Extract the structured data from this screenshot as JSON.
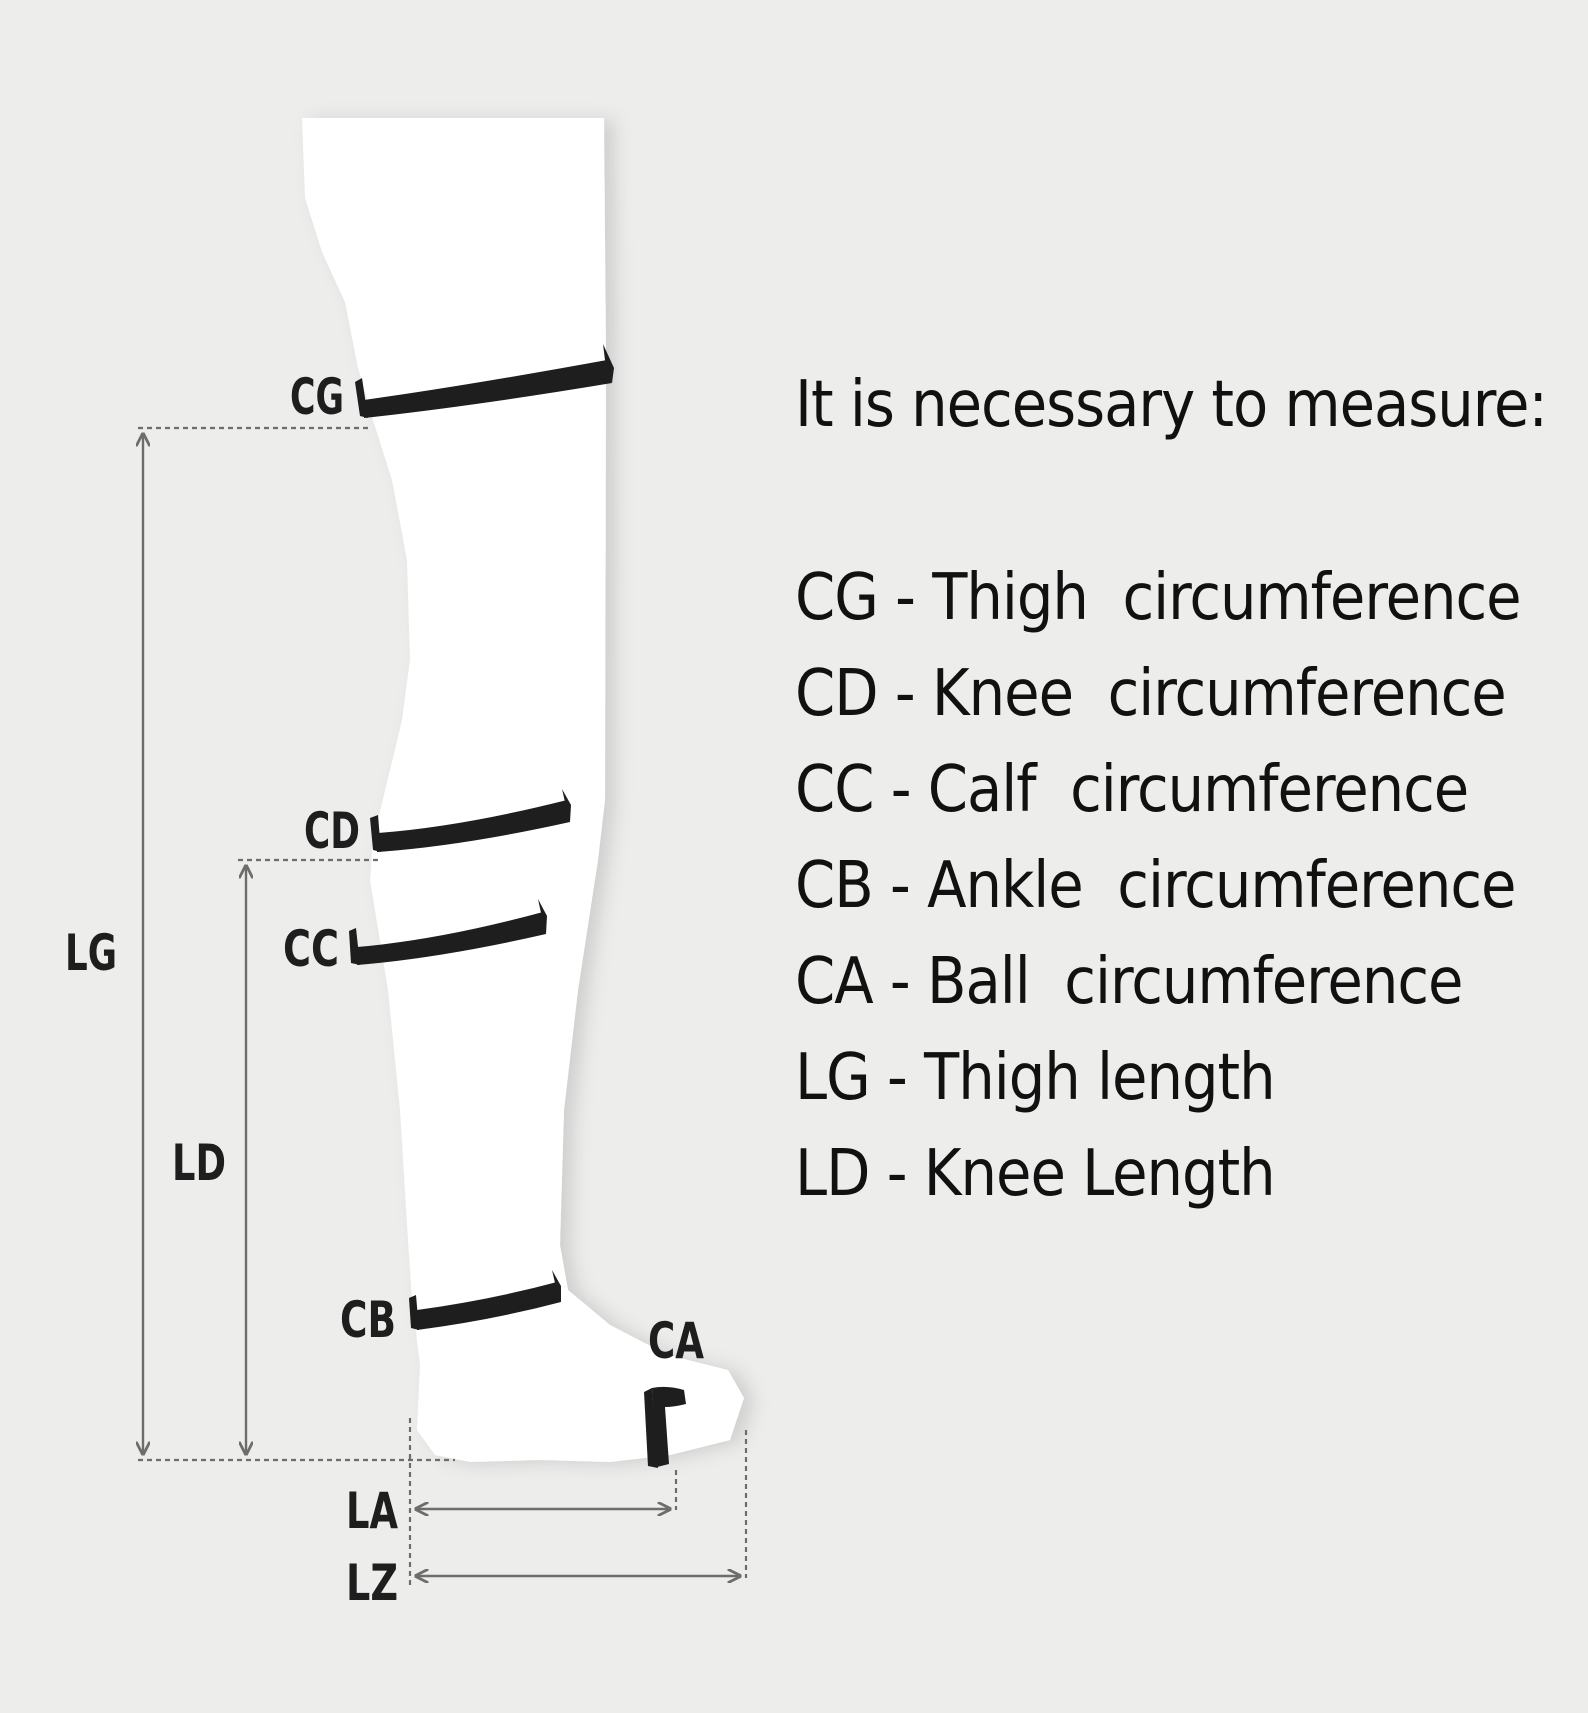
{
  "diagram": {
    "labels": {
      "cg": "CG",
      "cd": "CD",
      "cc": "CC",
      "cb": "CB",
      "ca": "CA",
      "lg": "LG",
      "ld": "LD",
      "la": "LA",
      "lz": "LZ"
    }
  },
  "legend": {
    "heading": "It is necessary to measure:",
    "items": [
      "CG - Thigh  circumference",
      "CD - Knee  circumference",
      "CC - Calf  circumference",
      "CB - Ankle  circumference",
      "CA - Ball  circumference",
      "LG - Thigh length",
      "LD - Knee Length"
    ]
  },
  "colors": {
    "background": "#ededec",
    "leg": "#ffffff",
    "band": "#1e1e1e",
    "dimension_line": "#6d6d6d",
    "text": "#111111"
  }
}
